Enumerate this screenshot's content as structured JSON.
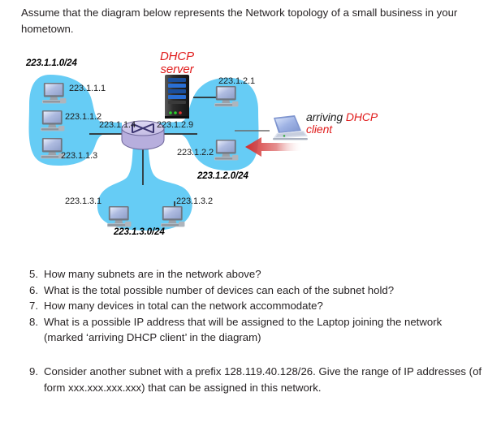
{
  "intro": {
    "text": "Assume that the diagram below represents the Network topology of a small business in your hometown."
  },
  "diagram": {
    "subnet_labels": {
      "left": "223.1.1.0/24",
      "right": "223.1.2.0/24",
      "bottom": "223.1.3.0/24"
    },
    "host_labels": {
      "left_1": "223.1.1.1",
      "left_2": "223.1.1.2",
      "left_3": "223.1.1.3",
      "router_left": "223.1.1.4",
      "router_right": "223.1.2.9",
      "right_1": "223.1.2.1",
      "right_2": "223.1.2.2",
      "bottom_1": "223.1.3.1",
      "bottom_2": "223.1.3.2"
    },
    "dhcp_server_label_line1": "DHCP",
    "dhcp_server_label_line2": "server",
    "client_label_black": "arriving ",
    "client_label_red_line1": "DHCP",
    "client_label_red_line2": "client",
    "colors": {
      "subnet_cloud": "#66ccf5",
      "router_body": "#c9c3e8",
      "accent_red": "#e01b1b",
      "link_line": "#2b2b2b",
      "arrow_red": "#d42b2b"
    }
  },
  "questions": [
    {
      "num": "5.",
      "text": "How many subnets are in the network above?"
    },
    {
      "num": "6.",
      "text": "What is the total possible number of devices can each of the subnet hold?"
    },
    {
      "num": "7.",
      "text": "How many devices in total can the network accommodate?"
    },
    {
      "num": "8.",
      "text": "What is a possible IP address that will be assigned to the Laptop joining the network (marked ‘arriving DHCP client’ in the diagram)"
    }
  ],
  "question9": {
    "num": "9.",
    "text": "Consider another subnet with a prefix 128.119.40.128/26. Give the range of IP addresses (of form xxx.xxx.xxx.xxx) that can be assigned in this network."
  }
}
